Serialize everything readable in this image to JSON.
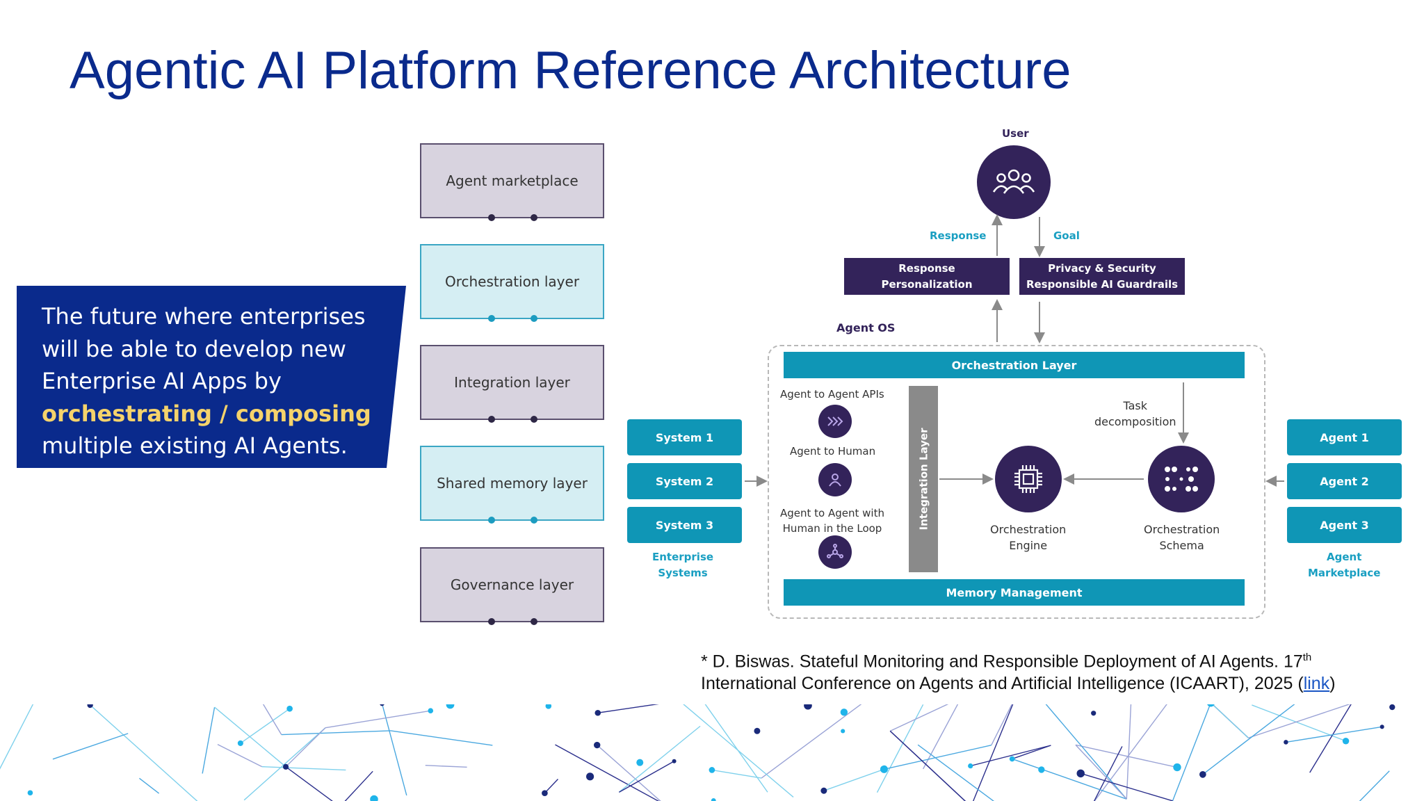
{
  "title": "Agentic AI Platform Reference Architecture",
  "callout": {
    "line1": "The future where enterprises",
    "line2": "will be able to develop new",
    "line3": "Enterprise AI Apps by",
    "highlight": "orchestrating / composing",
    "line5": "multiple existing AI Agents."
  },
  "stack": [
    {
      "label": "Agent marketplace",
      "style": "gray"
    },
    {
      "label": "Orchestration layer",
      "style": "cyan"
    },
    {
      "label": "Integration layer",
      "style": "gray"
    },
    {
      "label": "Shared memory layer",
      "style": "cyan"
    },
    {
      "label": "Governance layer",
      "style": "gray"
    }
  ],
  "diagram": {
    "user_label": "User",
    "response_label": "Response",
    "goal_label": "Goal",
    "response_box": {
      "line1": "Response",
      "line2": "Personalization"
    },
    "privacy_box": {
      "line1": "Privacy & Security",
      "line2": "Responsible AI Guardrails"
    },
    "agent_os_label": "Agent OS",
    "orchestration_layer": "Orchestration Layer",
    "memory_management": "Memory Management",
    "integration_layer": "Integration Layer",
    "a2a_apis": "Agent to Agent APIs",
    "a2h": "Agent to Human",
    "a2a_hitl": {
      "line1": "Agent to Agent with",
      "line2": "Human in the Loop"
    },
    "task_decomp": {
      "line1": "Task",
      "line2": "decomposition"
    },
    "engine": {
      "line1": "Orchestration",
      "line2": "Engine"
    },
    "schema": {
      "line1": "Orchestration",
      "line2": "Schema"
    },
    "systems": [
      "System 1",
      "System 2",
      "System 3"
    ],
    "enterprise": {
      "line1": "Enterprise",
      "line2": "Systems"
    },
    "agents": [
      "Agent 1",
      "Agent 2",
      "Agent 3"
    ],
    "marketplace": {
      "line1": "Agent",
      "line2": "Marketplace"
    }
  },
  "citation": {
    "text1": "* D. Biswas. Stateful Monitoring and Responsible Deployment of AI Agents. 17",
    "sup": "th",
    "text2": "International Conference on Agents and Artificial Intelligence (ICAART), 2025 (",
    "link": "link",
    "text3": ")"
  },
  "colors": {
    "title_blue": "#0a2a8c",
    "highlight_yellow": "#f5d36b",
    "deep_purple": "#33235a",
    "teal": "#0f96b6"
  }
}
